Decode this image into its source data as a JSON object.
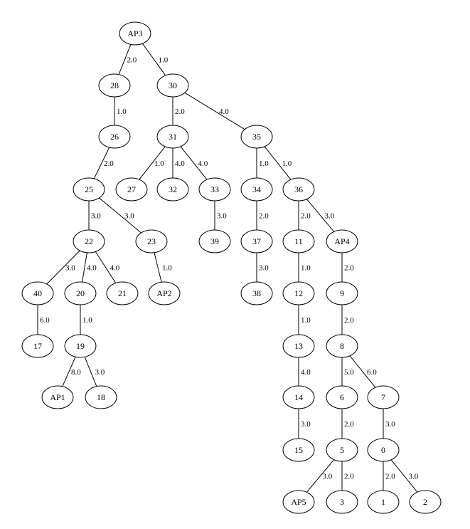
{
  "graph": {
    "nodes": [
      {
        "id": "AP3",
        "label": "AP3"
      },
      {
        "id": "28",
        "label": "28"
      },
      {
        "id": "30",
        "label": "30"
      },
      {
        "id": "26",
        "label": "26"
      },
      {
        "id": "31",
        "label": "31"
      },
      {
        "id": "35",
        "label": "35"
      },
      {
        "id": "25",
        "label": "25"
      },
      {
        "id": "27",
        "label": "27"
      },
      {
        "id": "32",
        "label": "32"
      },
      {
        "id": "33",
        "label": "33"
      },
      {
        "id": "34",
        "label": "34"
      },
      {
        "id": "36",
        "label": "36"
      },
      {
        "id": "22",
        "label": "22"
      },
      {
        "id": "23",
        "label": "23"
      },
      {
        "id": "39",
        "label": "39"
      },
      {
        "id": "37",
        "label": "37"
      },
      {
        "id": "11",
        "label": "11"
      },
      {
        "id": "AP4",
        "label": "AP4"
      },
      {
        "id": "40",
        "label": "40"
      },
      {
        "id": "20",
        "label": "20"
      },
      {
        "id": "21",
        "label": "21"
      },
      {
        "id": "AP2",
        "label": "AP2"
      },
      {
        "id": "38",
        "label": "38"
      },
      {
        "id": "12",
        "label": "12"
      },
      {
        "id": "9",
        "label": "9"
      },
      {
        "id": "17",
        "label": "17"
      },
      {
        "id": "19",
        "label": "19"
      },
      {
        "id": "13",
        "label": "13"
      },
      {
        "id": "8",
        "label": "8"
      },
      {
        "id": "AP1",
        "label": "AP1"
      },
      {
        "id": "18",
        "label": "18"
      },
      {
        "id": "14",
        "label": "14"
      },
      {
        "id": "6",
        "label": "6"
      },
      {
        "id": "7",
        "label": "7"
      },
      {
        "id": "15",
        "label": "15"
      },
      {
        "id": "5",
        "label": "5"
      },
      {
        "id": "0",
        "label": "0"
      },
      {
        "id": "AP5",
        "label": "AP5"
      },
      {
        "id": "3",
        "label": "3"
      },
      {
        "id": "1",
        "label": "1"
      },
      {
        "id": "2",
        "label": "2"
      }
    ],
    "edges": [
      {
        "from": "AP3",
        "to": "28",
        "weight": "2.0"
      },
      {
        "from": "AP3",
        "to": "30",
        "weight": "1.0"
      },
      {
        "from": "28",
        "to": "26",
        "weight": "1.0"
      },
      {
        "from": "30",
        "to": "31",
        "weight": "2.0"
      },
      {
        "from": "30",
        "to": "35",
        "weight": "4.0"
      },
      {
        "from": "26",
        "to": "25",
        "weight": "2.0"
      },
      {
        "from": "31",
        "to": "27",
        "weight": "1.0"
      },
      {
        "from": "31",
        "to": "32",
        "weight": "4.0"
      },
      {
        "from": "31",
        "to": "33",
        "weight": "4.0"
      },
      {
        "from": "35",
        "to": "34",
        "weight": "1.0"
      },
      {
        "from": "35",
        "to": "36",
        "weight": "1.0"
      },
      {
        "from": "25",
        "to": "22",
        "weight": "3.0"
      },
      {
        "from": "25",
        "to": "23",
        "weight": "3.0"
      },
      {
        "from": "33",
        "to": "39",
        "weight": "3.0"
      },
      {
        "from": "34",
        "to": "37",
        "weight": "2.0"
      },
      {
        "from": "36",
        "to": "11",
        "weight": "2.0"
      },
      {
        "from": "36",
        "to": "AP4",
        "weight": "3.0"
      },
      {
        "from": "22",
        "to": "40",
        "weight": "3.0"
      },
      {
        "from": "22",
        "to": "20",
        "weight": "4.0"
      },
      {
        "from": "22",
        "to": "21",
        "weight": "4.0"
      },
      {
        "from": "23",
        "to": "AP2",
        "weight": "1.0"
      },
      {
        "from": "37",
        "to": "38",
        "weight": "3.0"
      },
      {
        "from": "11",
        "to": "12",
        "weight": "1.0"
      },
      {
        "from": "AP4",
        "to": "9",
        "weight": "2.0"
      },
      {
        "from": "40",
        "to": "17",
        "weight": "6.0"
      },
      {
        "from": "20",
        "to": "19",
        "weight": "1.0"
      },
      {
        "from": "12",
        "to": "13",
        "weight": "1.0"
      },
      {
        "from": "9",
        "to": "8",
        "weight": "2.0"
      },
      {
        "from": "19",
        "to": "AP1",
        "weight": "8.0"
      },
      {
        "from": "19",
        "to": "18",
        "weight": "3.0"
      },
      {
        "from": "13",
        "to": "14",
        "weight": "4.0"
      },
      {
        "from": "8",
        "to": "6",
        "weight": "5.0"
      },
      {
        "from": "8",
        "to": "7",
        "weight": "6.0"
      },
      {
        "from": "14",
        "to": "15",
        "weight": "3.0"
      },
      {
        "from": "6",
        "to": "5",
        "weight": "2.0"
      },
      {
        "from": "7",
        "to": "0",
        "weight": "3.0"
      },
      {
        "from": "5",
        "to": "AP5",
        "weight": "3.0"
      },
      {
        "from": "5",
        "to": "3",
        "weight": "2.0"
      },
      {
        "from": "0",
        "to": "1",
        "weight": "2.0"
      },
      {
        "from": "0",
        "to": "2",
        "weight": "3.0"
      }
    ]
  },
  "colors": {
    "background": "#ffffff",
    "stroke": "#000000",
    "text": "#000000"
  }
}
